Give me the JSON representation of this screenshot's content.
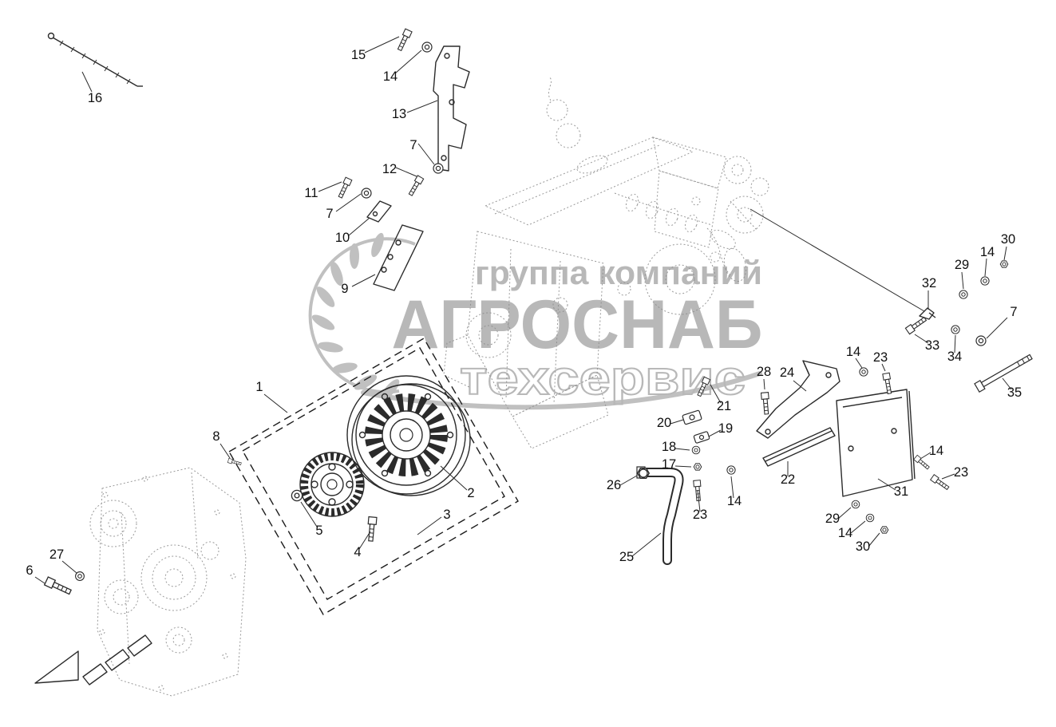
{
  "watermark": {
    "line1": "группа компаний",
    "line2": "АГРОСНАБ",
    "line3": "техсервис"
  },
  "callouts": [
    {
      "label": "16"
    },
    {
      "label": "15"
    },
    {
      "label": "14"
    },
    {
      "label": "13"
    },
    {
      "label": "7"
    },
    {
      "label": "12"
    },
    {
      "label": "11"
    },
    {
      "label": "7"
    },
    {
      "label": "10"
    },
    {
      "label": "9"
    },
    {
      "label": "1"
    },
    {
      "label": "8"
    },
    {
      "label": "2"
    },
    {
      "label": "3"
    },
    {
      "label": "5"
    },
    {
      "label": "4"
    },
    {
      "label": "27"
    },
    {
      "label": "6"
    },
    {
      "label": "30"
    },
    {
      "label": "14"
    },
    {
      "label": "29"
    },
    {
      "label": "32"
    },
    {
      "label": "7"
    },
    {
      "label": "33"
    },
    {
      "label": "34"
    },
    {
      "label": "35"
    },
    {
      "label": "14"
    },
    {
      "label": "23"
    },
    {
      "label": "28"
    },
    {
      "label": "24"
    },
    {
      "label": "21"
    },
    {
      "label": "20"
    },
    {
      "label": "19"
    },
    {
      "label": "18"
    },
    {
      "label": "17"
    },
    {
      "label": "26"
    },
    {
      "label": "22"
    },
    {
      "label": "31"
    },
    {
      "label": "14"
    },
    {
      "label": "23"
    },
    {
      "label": "29"
    },
    {
      "label": "14"
    },
    {
      "label": "30"
    },
    {
      "label": "23"
    },
    {
      "label": "14"
    },
    {
      "label": "25"
    }
  ],
  "colors": {
    "line": "#2b2b2b",
    "sketch": "#9a9a9a",
    "watermark": "#8d8d8d",
    "background": "#ffffff"
  }
}
